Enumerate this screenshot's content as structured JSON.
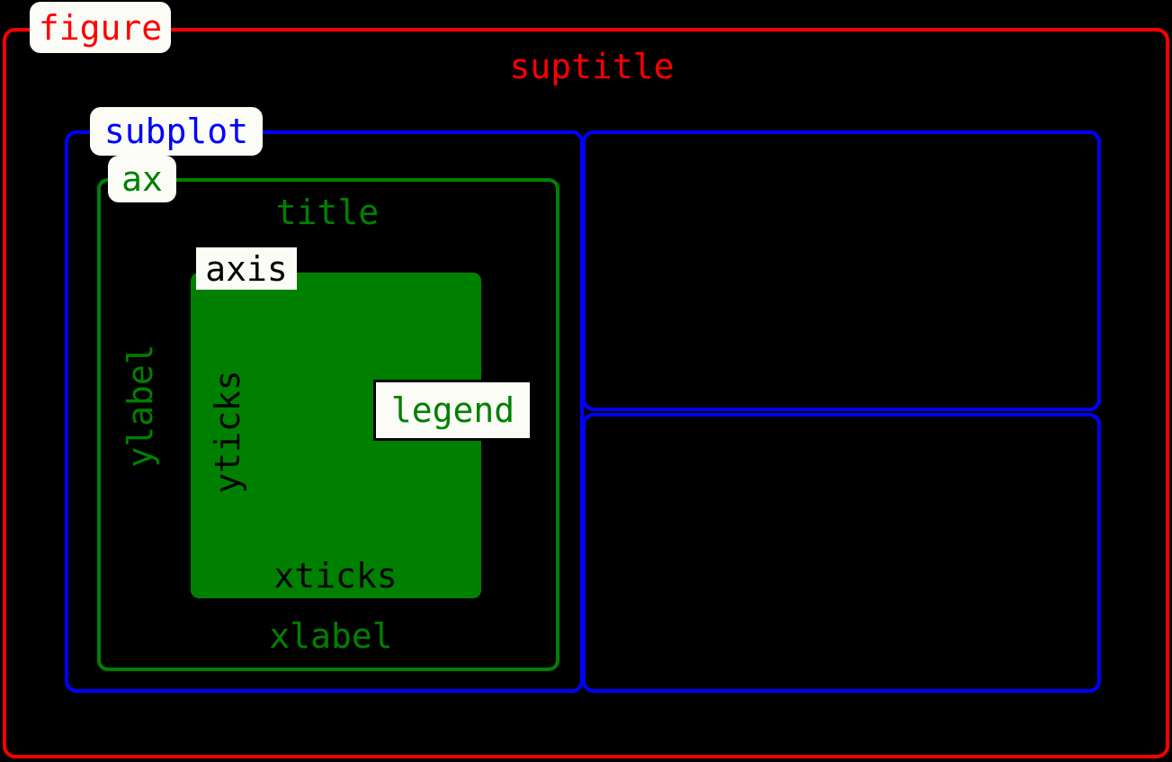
{
  "labels": {
    "figure": "figure",
    "suptitle": "suptitle",
    "subplot": "subplot",
    "ax": "ax",
    "title": "title",
    "axis": "axis",
    "ylabel": "ylabel",
    "yticks": "yticks",
    "legend": "legend",
    "xticks": "xticks",
    "xlabel": "xlabel"
  },
  "colors": {
    "figure_red": "#ff0000",
    "subplot_blue": "#0000ff",
    "ax_green": "#008000",
    "background": "#000000",
    "label_box": "#fcfcf7",
    "tick_text": "#000000",
    "legend_border": "#000000"
  }
}
